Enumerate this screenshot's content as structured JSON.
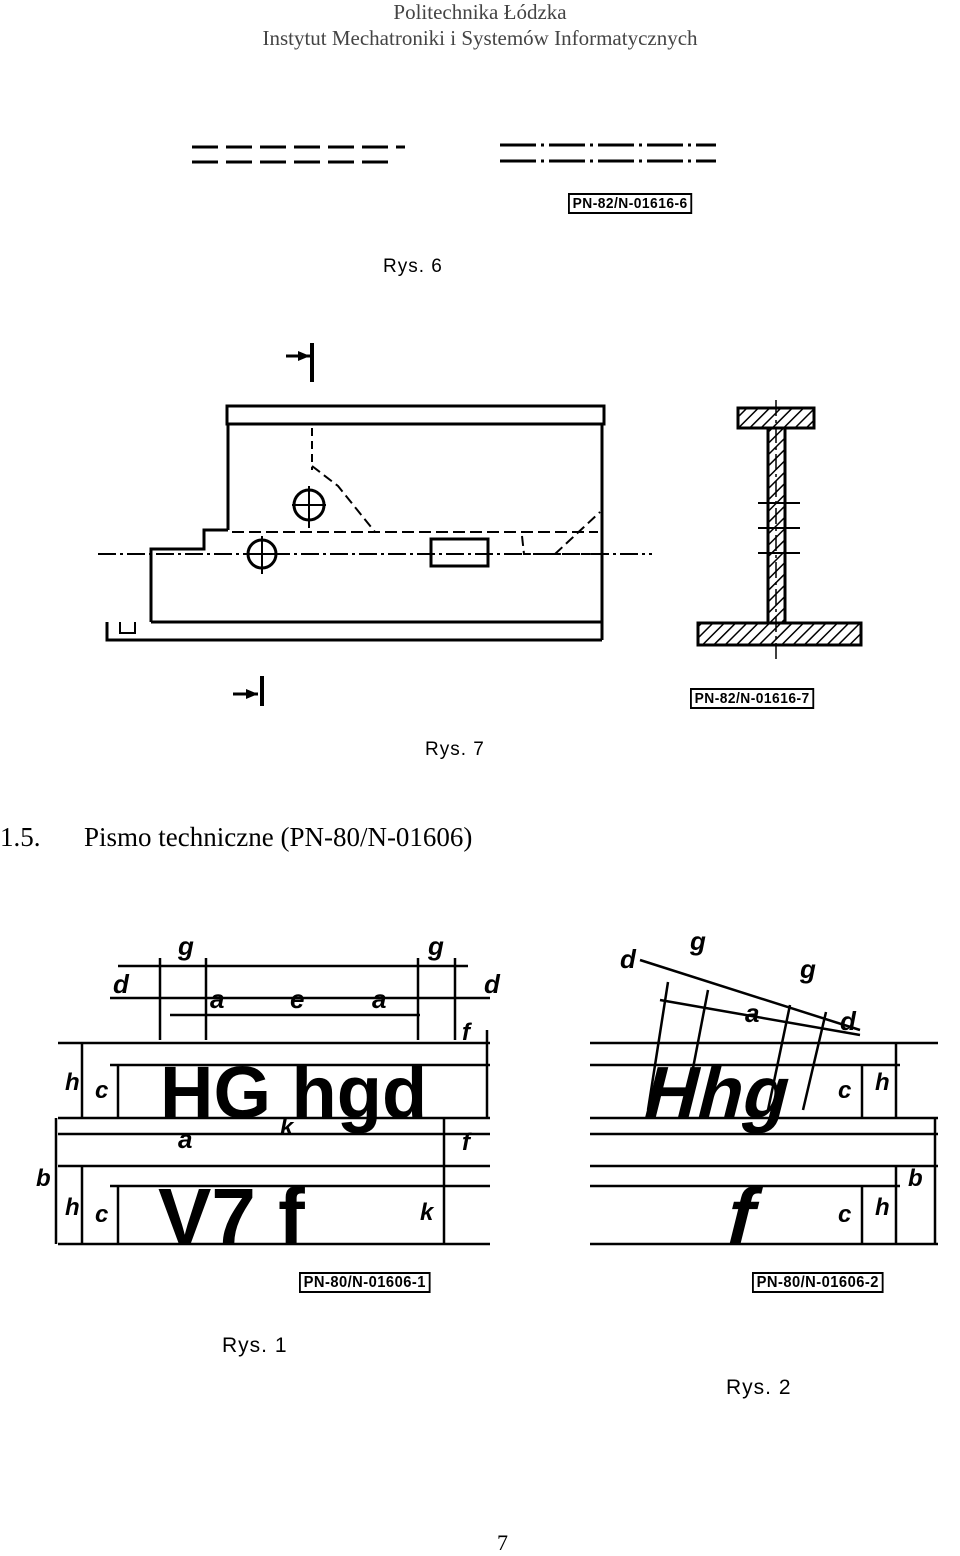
{
  "header": {
    "institution": "Politechnika Łódzka",
    "institute": "Instytut Mechatroniki i Systemów Informatycznych"
  },
  "figures": {
    "rys6": {
      "label": "Rys. 6",
      "standard": "PN-82/N-01616-6"
    },
    "rys7": {
      "label": "Rys. 7",
      "standard": "PN-82/N-01616-7"
    },
    "rys1": {
      "label": "Rys. 1",
      "standard": "PN-80/N-01606-1",
      "sample_top": "HG hgd",
      "sample_bottom": "V7 f",
      "dims": {
        "g": "g",
        "d": "d",
        "a": "a",
        "e": "e",
        "f": "f",
        "h": "h",
        "c": "c",
        "b": "b",
        "k": "k"
      }
    },
    "rys2": {
      "label": "Rys. 2",
      "standard": "PN-80/N-01606-2",
      "sample_top": "Hhg",
      "sample_bottom": "f"
    }
  },
  "section": {
    "number": "1.5.",
    "title": "Pismo techniczne (PN-80/N-01606)"
  },
  "page_number": "7"
}
